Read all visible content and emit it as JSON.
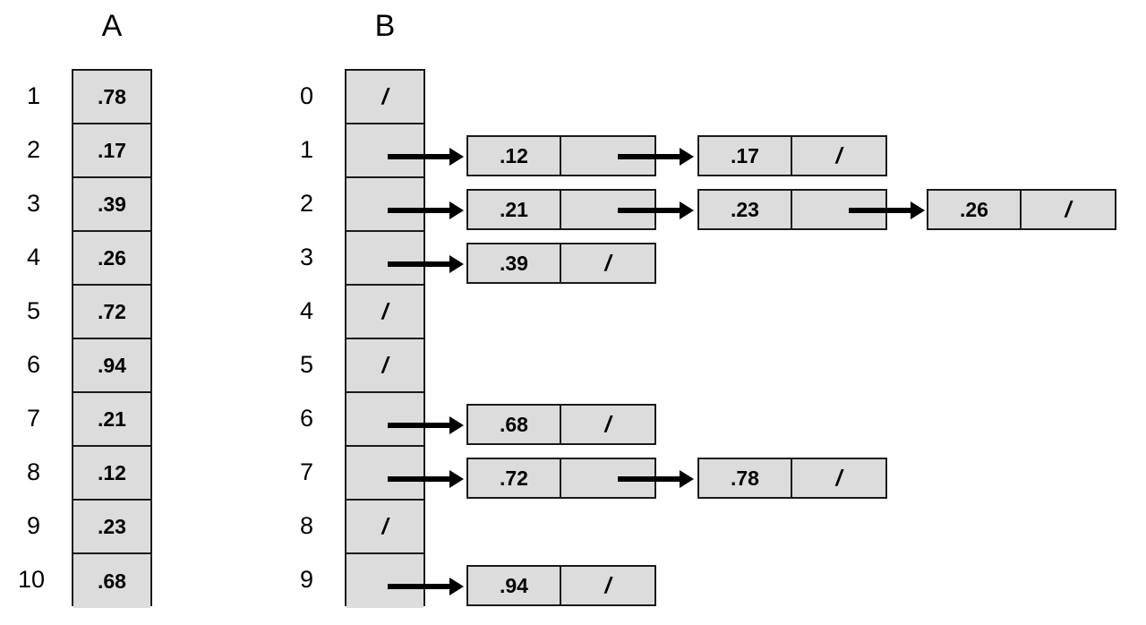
{
  "diagram": {
    "title_a": "A",
    "title_b": "B",
    "null_symbol": "/"
  },
  "array_a": {
    "label": "A",
    "indices": [
      "1",
      "2",
      "3",
      "4",
      "5",
      "6",
      "7",
      "8",
      "9",
      "10"
    ],
    "values": [
      ".78",
      ".17",
      ".39",
      ".26",
      ".72",
      ".94",
      ".21",
      ".12",
      ".23",
      ".68"
    ]
  },
  "hash_table_b": {
    "label": "B",
    "indices": [
      "0",
      "1",
      "2",
      "3",
      "4",
      "5",
      "6",
      "7",
      "8",
      "9"
    ],
    "buckets": [
      {
        "index": "0",
        "empty_symbol": "/",
        "chain": []
      },
      {
        "index": "1",
        "empty_symbol": "",
        "chain": [
          ".12",
          ".17"
        ]
      },
      {
        "index": "2",
        "empty_symbol": "",
        "chain": [
          ".21",
          ".23",
          ".26"
        ]
      },
      {
        "index": "3",
        "empty_symbol": "",
        "chain": [
          ".39"
        ]
      },
      {
        "index": "4",
        "empty_symbol": "/",
        "chain": []
      },
      {
        "index": "5",
        "empty_symbol": "/",
        "chain": []
      },
      {
        "index": "6",
        "empty_symbol": "",
        "chain": [
          ".68"
        ]
      },
      {
        "index": "7",
        "empty_symbol": "",
        "chain": [
          ".72",
          ".78"
        ]
      },
      {
        "index": "8",
        "empty_symbol": "/",
        "chain": []
      },
      {
        "index": "9",
        "empty_symbol": "",
        "chain": [
          ".94"
        ]
      }
    ]
  },
  "nodes": {
    "b1n1": {
      "data": ".12",
      "next": ""
    },
    "b1n2": {
      "data": ".17",
      "next": "/"
    },
    "b2n1": {
      "data": ".21",
      "next": ""
    },
    "b2n2": {
      "data": ".23",
      "next": ""
    },
    "b2n3": {
      "data": ".26",
      "next": "/"
    },
    "b3n1": {
      "data": ".39",
      "next": "/"
    },
    "b6n1": {
      "data": ".68",
      "next": "/"
    },
    "b7n1": {
      "data": ".72",
      "next": ""
    },
    "b7n2": {
      "data": ".78",
      "next": "/"
    },
    "b9n1": {
      "data": ".94",
      "next": "/"
    }
  },
  "colors": {
    "cell_fill": "#dcdcdc",
    "stroke": "#1a1a1a",
    "text": "#000000",
    "background": "#ffffff"
  }
}
